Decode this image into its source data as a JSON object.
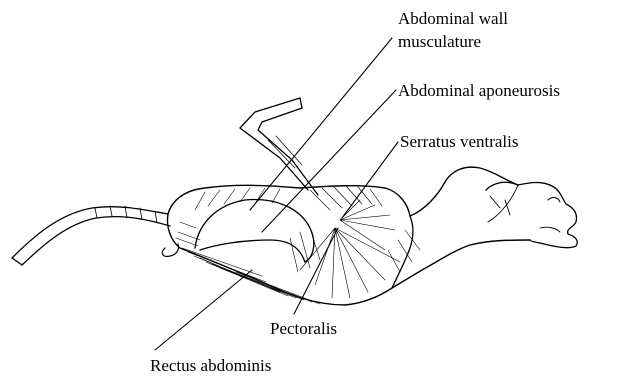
{
  "figure": {
    "subject": "rat-ventral-view-muscles",
    "labels": {
      "abdominal_wall_line1": "Abdominal wall",
      "abdominal_wall_line2": "musculature",
      "abdominal_aponeurosis": "Abdominal aponeurosis",
      "serratus_ventralis": "Serratus ventralis",
      "pectoralis": "Pectoralis",
      "rectus_abdominis": "Rectus abdominis"
    },
    "colors": {
      "ink": "#000000",
      "background": "#ffffff"
    }
  }
}
